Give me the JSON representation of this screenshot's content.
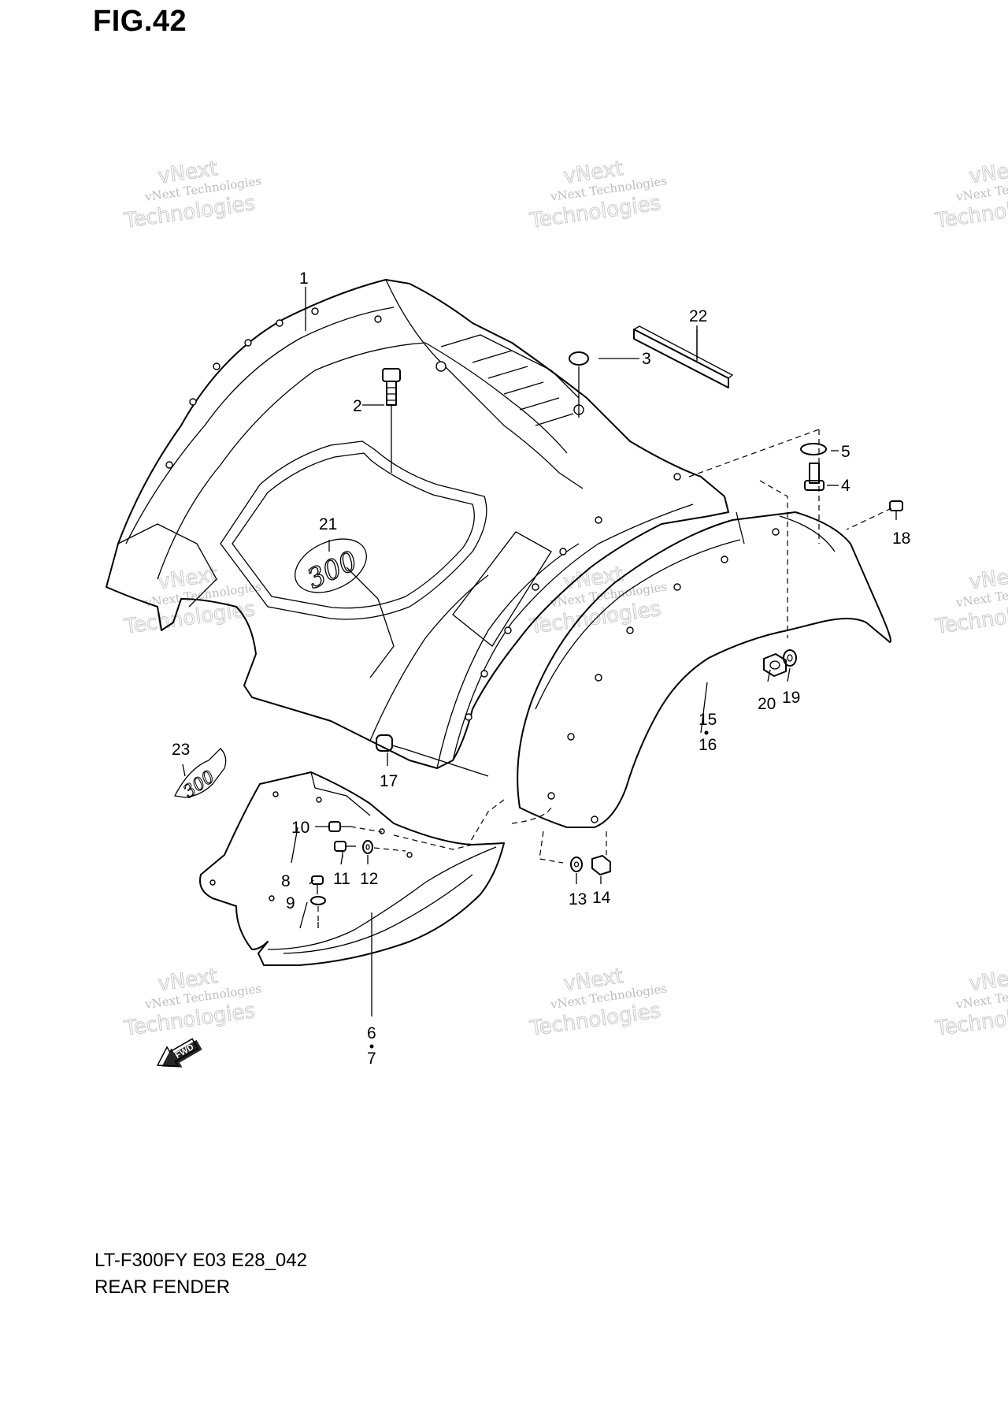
{
  "figure": {
    "title": "FIG.42",
    "model_code": "LT-F300FY E03 E28_042",
    "section_name": "REAR FENDER"
  },
  "watermark": {
    "line1": "vNext Technologies",
    "line2": "Technologies",
    "line3": "vNext"
  },
  "emblem": {
    "text": "300"
  },
  "fwd_label": "FWD",
  "callouts": {
    "c1": "1",
    "c2": "2",
    "c3": "3",
    "c4": "4",
    "c5": "5",
    "c6": "6",
    "c7": "7",
    "c8": "8",
    "c9": "9",
    "c10": "10",
    "c11": "11",
    "c12": "12",
    "c13": "13",
    "c14": "14",
    "c15": "15",
    "c16": "16",
    "c17": "17",
    "c18": "18",
    "c19": "19",
    "c20": "20",
    "c21": "21",
    "c22": "22",
    "c23": "23"
  }
}
